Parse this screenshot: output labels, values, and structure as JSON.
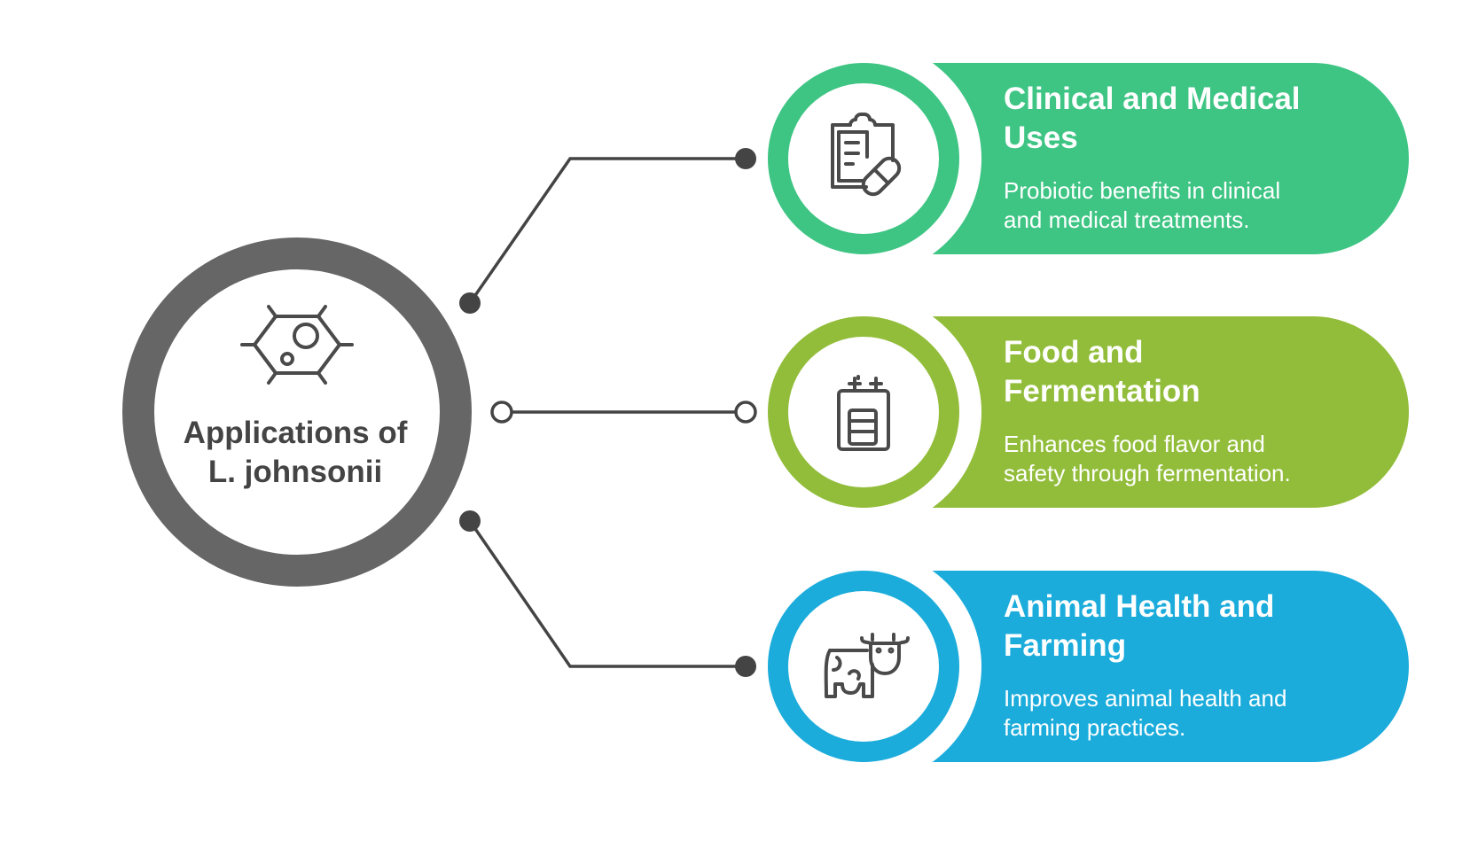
{
  "center": {
    "lines": [
      "Applications of",
      "L. johnsonii"
    ],
    "icon": "bacteria-cell-icon",
    "color": "#666666"
  },
  "items": [
    {
      "title_lines": [
        "Clinical and Medical",
        "Uses"
      ],
      "desc_lines": [
        "Probiotic benefits in clinical",
        "and medical treatments."
      ],
      "icon": "clipboard-pill-icon",
      "color": "#3EC584"
    },
    {
      "title_lines": [
        "Food and",
        "Fermentation"
      ],
      "desc_lines": [
        "Enhances food flavor and",
        "safety through fermentation."
      ],
      "icon": "fermentation-tank-icon",
      "color": "#92BD3A"
    },
    {
      "title_lines": [
        "Animal Health and",
        "Farming"
      ],
      "desc_lines": [
        "Improves animal health and",
        "farming practices."
      ],
      "icon": "cow-icon",
      "color": "#1BACDB"
    }
  ]
}
